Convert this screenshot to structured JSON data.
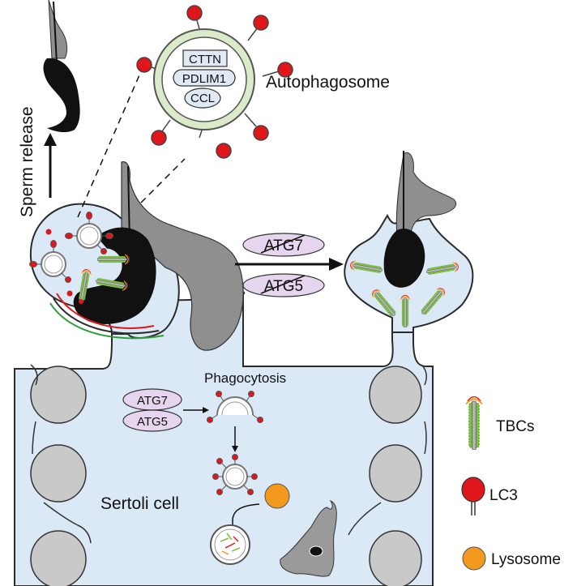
{
  "labels": {
    "sperm_release": "Sperm release",
    "autophagosome": "Autophagosome",
    "phagocytosis": "Phagocytosis",
    "sertoli_cell": "Sertoli cell"
  },
  "autophagosome_cargo": [
    "CTTN",
    "PDLIM1",
    "CCL"
  ],
  "knockout_genes": [
    "ATG7",
    "ATG5"
  ],
  "phagocytosis_genes": [
    "ATG7",
    "ATG5"
  ],
  "legend": {
    "tbcs": "TBCs",
    "lc3": "LC3",
    "lysosome": "Lysosome"
  },
  "colors": {
    "cell_fill": "#dbe9f7",
    "lc3_red": "#e0161b",
    "lysosome_orange": "#f39a1e",
    "pill_purple": "#e6d5ee",
    "tbc_green": "#7ec242",
    "cargo_box": "#dfeaf5",
    "sperm_black": "#111111",
    "sperm_gray": "#8f8f8f",
    "nucleus_gray": "#c9c9c9"
  }
}
